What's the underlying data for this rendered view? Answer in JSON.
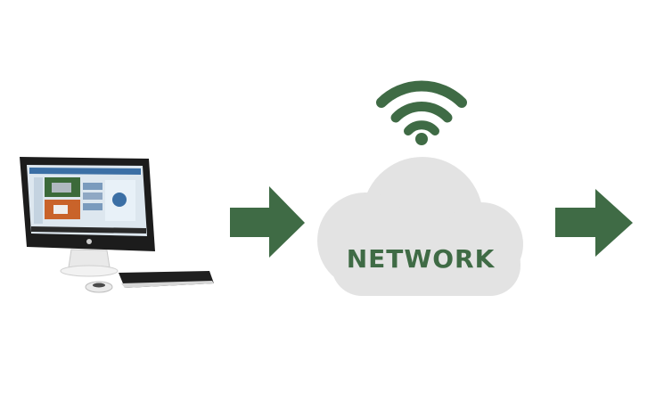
{
  "diagram": {
    "cloud_label": "NETWORK",
    "nodes": [
      {
        "id": "computer",
        "icon": "desktop-computer-icon"
      },
      {
        "id": "network",
        "icon": "cloud-icon"
      },
      {
        "id": "wifi",
        "icon": "wifi-icon"
      }
    ],
    "flow": [
      "computer",
      "network",
      "offscreen"
    ]
  },
  "colors": {
    "accent_green": "#3f6b45",
    "cloud_gray": "#e3e3e3",
    "background": "#ffffff"
  }
}
